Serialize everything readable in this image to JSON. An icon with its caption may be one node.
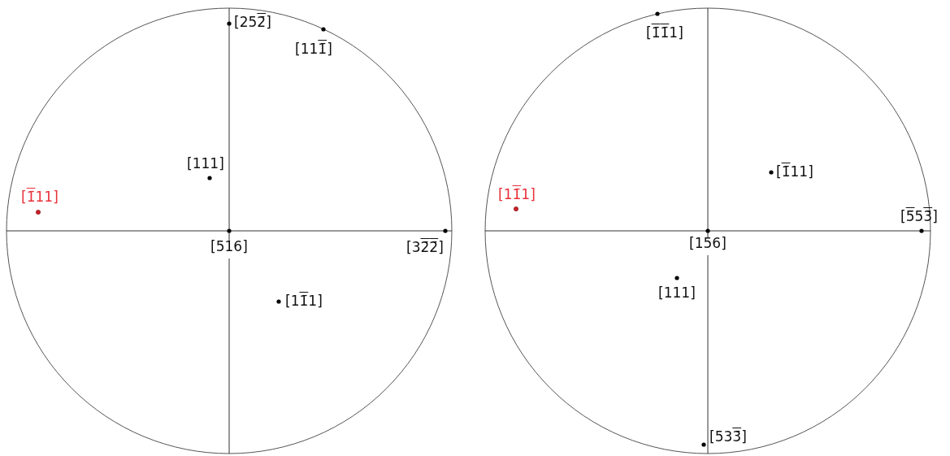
{
  "diagram": {
    "labels": [
      "[252̄]",
      "[111̄]",
      "[111]",
      "[1̄11]",
      "[516]",
      "[32̄2̄]",
      "[11̄1]",
      "[1̄1̄1]",
      "[1̄11]",
      "[11̄1]",
      "[5̄53̄]",
      "[156]",
      "[111]",
      "[533̄]"
    ]
  }
}
